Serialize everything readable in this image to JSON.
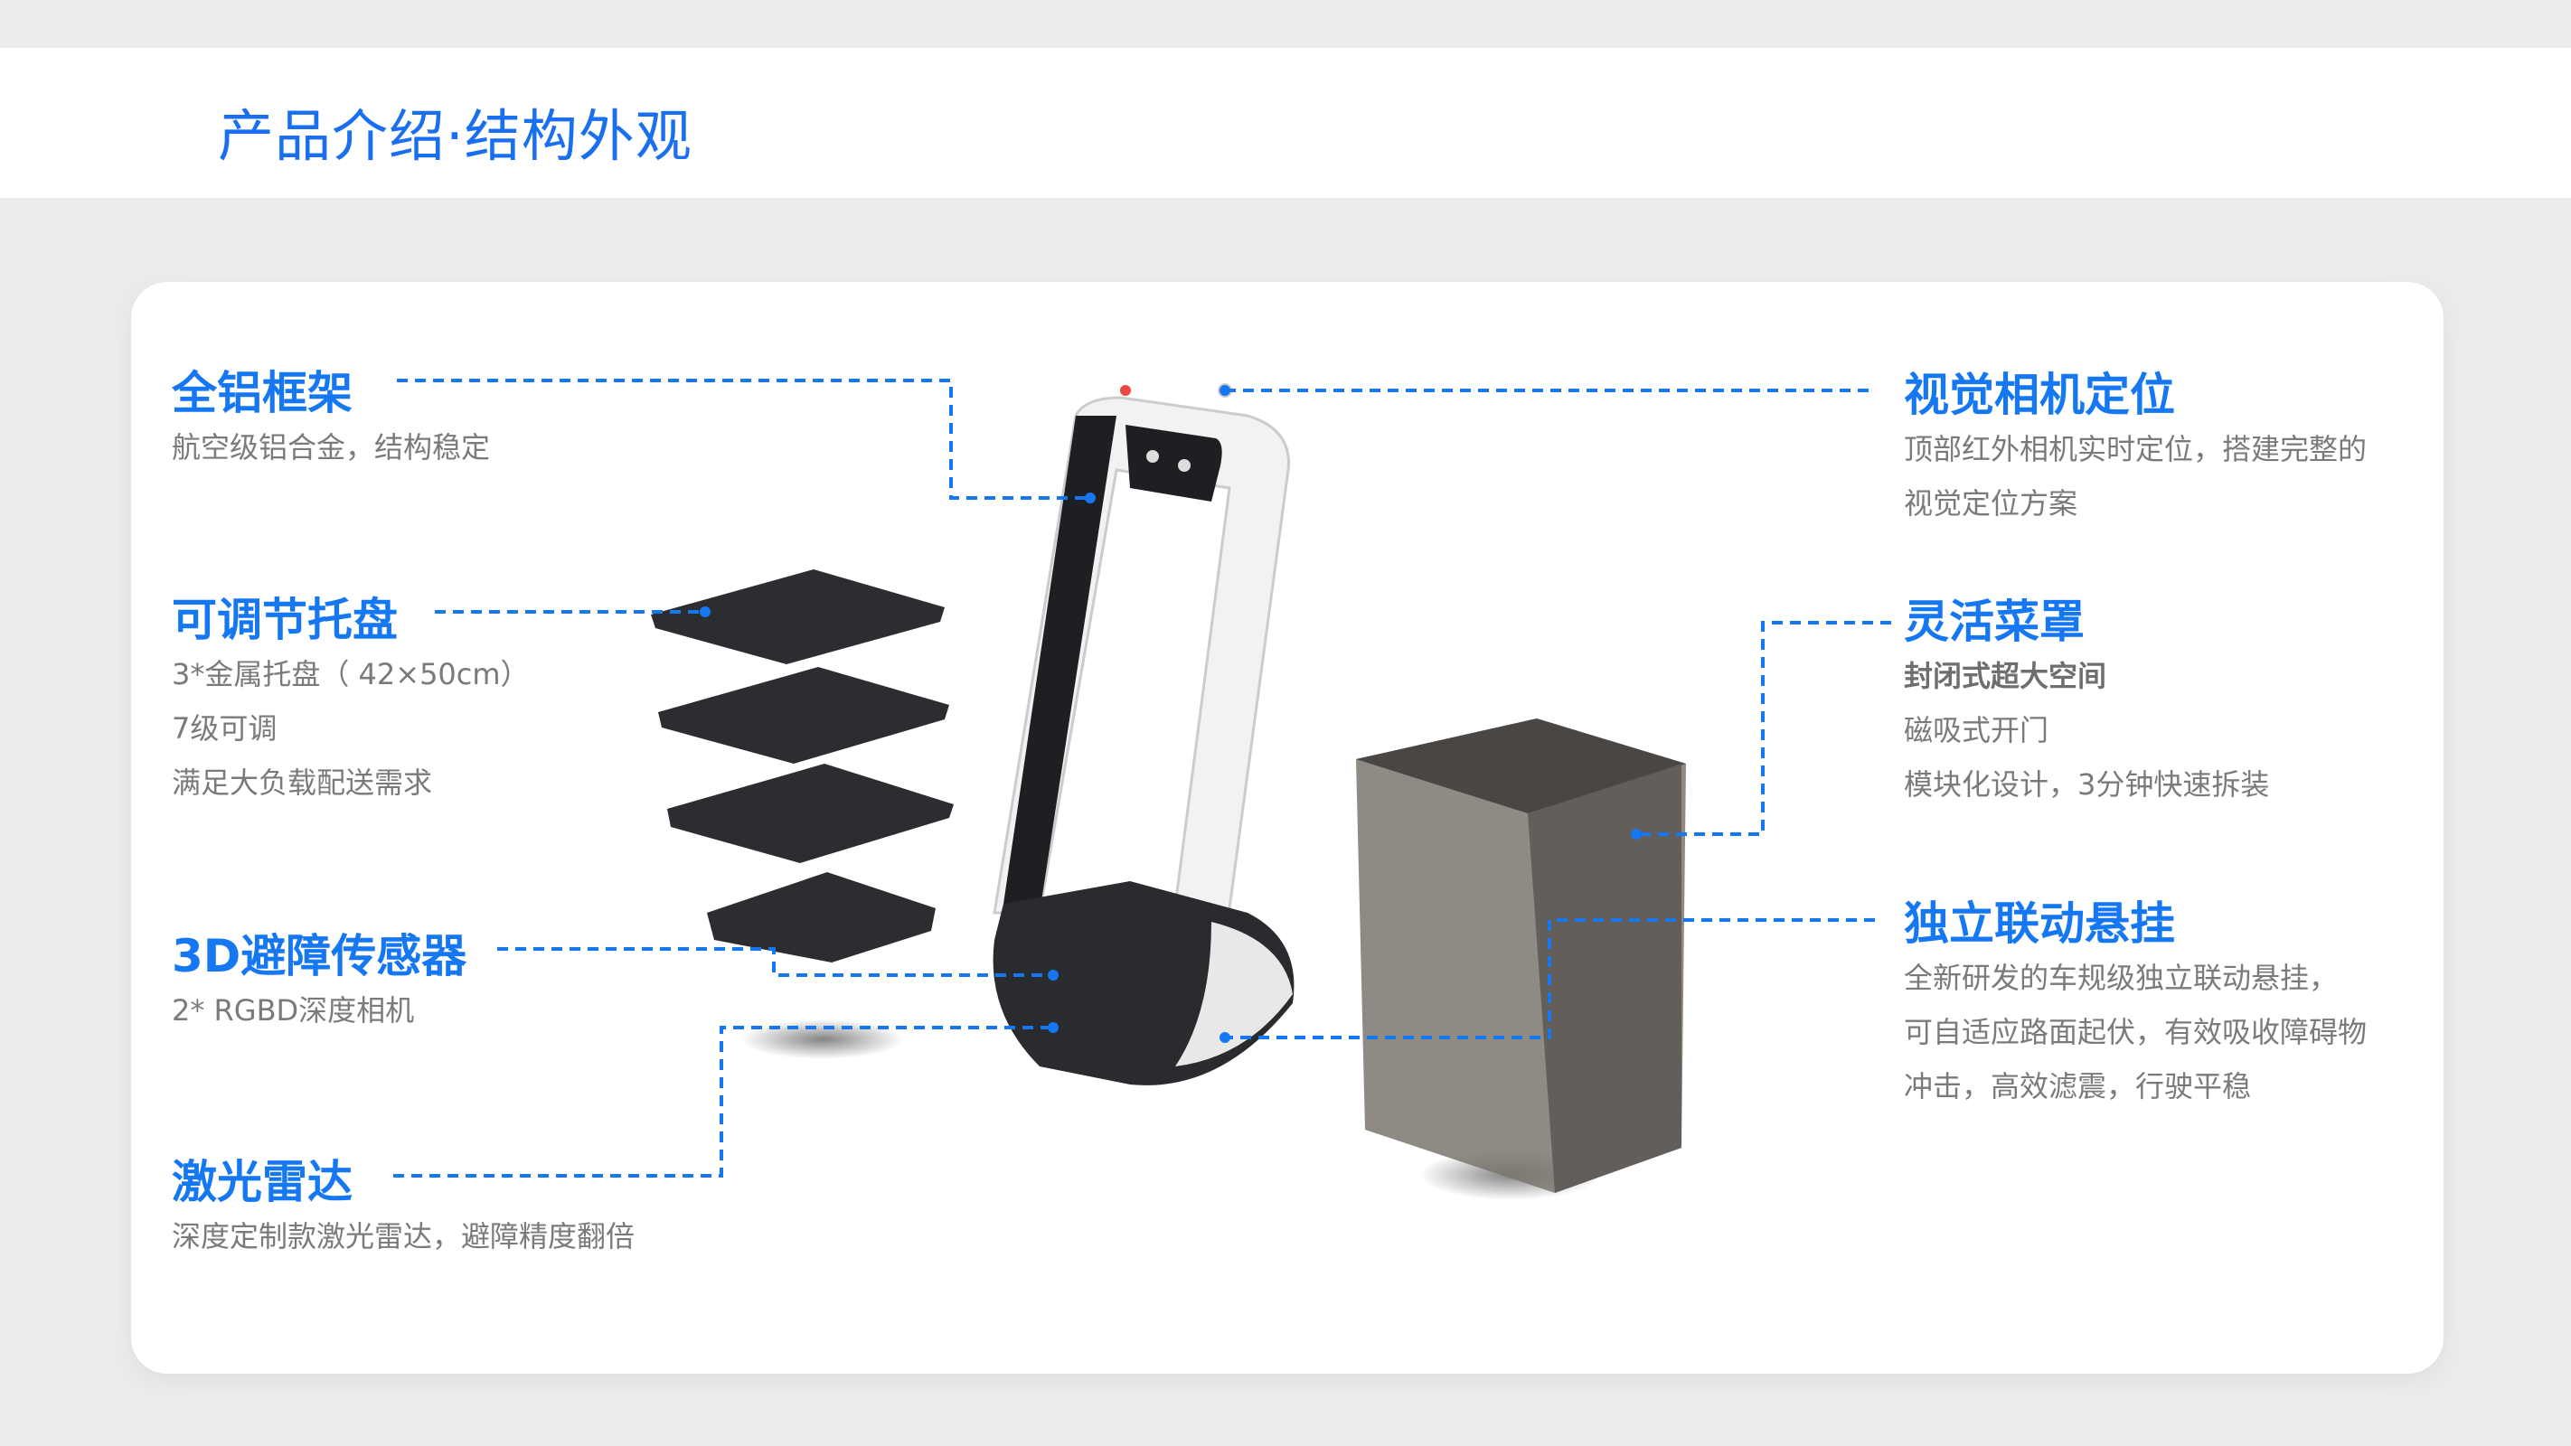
{
  "header": {
    "title": "产品介绍·结构外观"
  },
  "colors": {
    "accent": "#1677f2",
    "body_text": "#7a7a7a"
  },
  "features_left": [
    {
      "title": "全铝框架",
      "lines": [
        "航空级铝合金，结构稳定"
      ]
    },
    {
      "title": "可调节托盘",
      "lines": [
        "3*金属托盘（ 42×50cm）",
        "7级可调",
        "满足大负载配送需求"
      ]
    },
    {
      "title": "3D避障传感器",
      "lines": [
        "2*  RGBD深度相机"
      ]
    },
    {
      "title": "激光雷达",
      "lines": [
        "深度定制款激光雷达，避障精度翻倍"
      ]
    }
  ],
  "features_right": [
    {
      "title": "视觉相机定位",
      "lines": [
        "顶部红外相机实时定位，搭建完整的",
        "视觉定位方案"
      ]
    },
    {
      "title": "灵活菜罩",
      "subtitle": "封闭式超大空间",
      "lines": [
        "磁吸式开门",
        "模块化设计，3分钟快速拆装"
      ]
    },
    {
      "title": "独立联动悬挂",
      "lines": [
        "全新研发的车规级独立联动悬挂，",
        "可自适应路面起伏，有效吸收障碍物",
        "冲击，高效滤震，行驶平稳"
      ]
    }
  ]
}
